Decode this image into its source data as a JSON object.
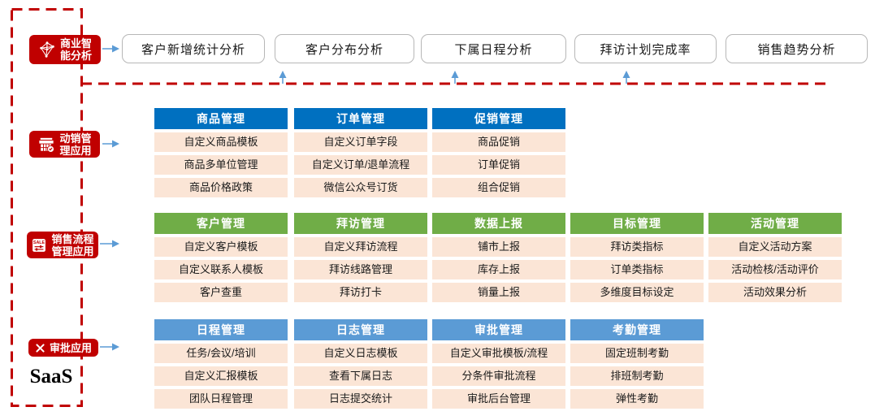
{
  "saas_label": "SaaS",
  "colors": {
    "accent_red": "#C00000",
    "group_movement_header": "#0070C0",
    "group_process_header": "#70AD47",
    "group_approval_header": "#5B9BD5",
    "row_bg": "#FBE5D6",
    "arrow_blue": "#5B9BD5",
    "top_box_border": "#B7B7B7"
  },
  "icons": {
    "bi": "network-icon",
    "movement": "store-icon",
    "process": "sale-tag-icon",
    "approval": "crossed-tools-icon"
  },
  "bi": {
    "label": {
      "line1": "商业智",
      "line2": "能分析"
    },
    "boxes": [
      "客户新增统计分析",
      "客户分布分析",
      "下属日程分析",
      "拜访计划完成率",
      "销售趋势分析"
    ]
  },
  "groups": [
    {
      "label": {
        "line1": "动销管",
        "line2": "理应用"
      },
      "header_color": "#0070C0",
      "tables": [
        {
          "title": "商品管理",
          "rows": [
            "自定义商品模板",
            "商品多单位管理",
            "商品价格政策"
          ]
        },
        {
          "title": "订单管理",
          "rows": [
            "自定义订单字段",
            "自定义订单/退单流程",
            "微信公众号订货"
          ]
        },
        {
          "title": "促销管理",
          "rows": [
            "商品促销",
            "订单促销",
            "组合促销"
          ]
        }
      ]
    },
    {
      "label": {
        "line1": "销售流程",
        "line2": "管理应用"
      },
      "header_color": "#70AD47",
      "tables": [
        {
          "title": "客户管理",
          "rows": [
            "自定义客户模板",
            "自定义联系人模板",
            "客户查重"
          ]
        },
        {
          "title": "拜访管理",
          "rows": [
            "自定义拜访流程",
            "拜访线路管理",
            "拜访打卡"
          ]
        },
        {
          "title": "数据上报",
          "rows": [
            "铺市上报",
            "库存上报",
            "销量上报"
          ]
        },
        {
          "title": "目标管理",
          "rows": [
            "拜访类指标",
            "订单类指标",
            "多维度目标设定"
          ]
        },
        {
          "title": "活动管理",
          "rows": [
            "自定义活动方案",
            "活动检核/活动评价",
            "活动效果分析"
          ]
        }
      ]
    },
    {
      "label": {
        "line1": "审批应用",
        "line2": ""
      },
      "header_color": "#5B9BD5",
      "tables": [
        {
          "title": "日程管理",
          "rows": [
            "任务/会议/培训",
            "自定义汇报模板",
            "团队日程管理"
          ]
        },
        {
          "title": "日志管理",
          "rows": [
            "自定义日志模板",
            "查看下属日志",
            "日志提交统计"
          ]
        },
        {
          "title": "审批管理",
          "rows": [
            "自定义审批模板/流程",
            "分条件审批流程",
            "审批后台管理"
          ]
        },
        {
          "title": "考勤管理",
          "rows": [
            "固定班制考勤",
            "排班制考勤",
            "弹性考勤"
          ]
        }
      ]
    }
  ]
}
